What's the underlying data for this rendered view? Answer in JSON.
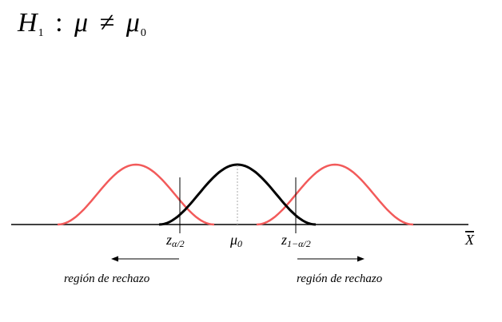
{
  "hypothesis": {
    "H": "H",
    "H_sub": "1",
    "colon": ":",
    "mu": "μ",
    "neq": "≠",
    "mu0": "μ",
    "mu0_sub": "0"
  },
  "diagram": {
    "null_curve_color": "#000000",
    "alt_curve_color": "#f25a5a",
    "labels": {
      "z_left": "z",
      "z_left_sub": "α/2",
      "mu": "μ",
      "mu_sub": "0",
      "z_right": "z",
      "z_right_sub": "1−α/2",
      "x_axis": "X"
    },
    "rejection_left": "región de rechazo",
    "rejection_right": "región de rechazo"
  }
}
